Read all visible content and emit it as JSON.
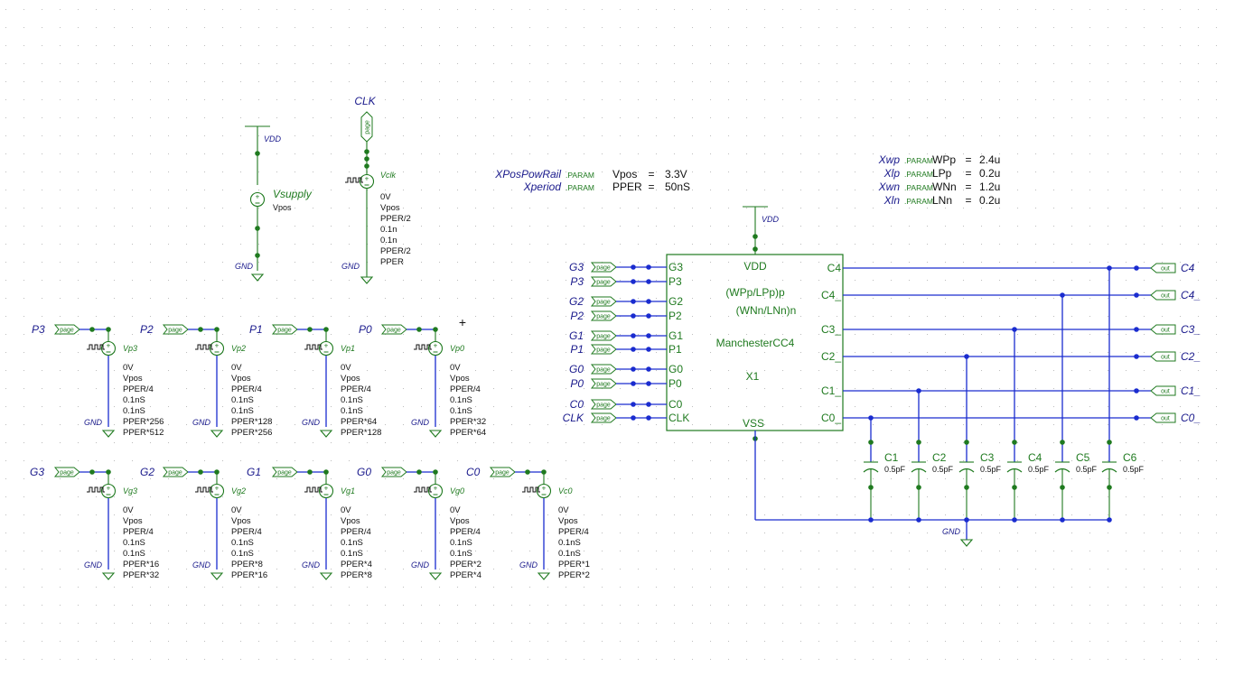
{
  "colors": {
    "wire": "#1a2ccf",
    "symbol": "#1f7a1f",
    "netlabel": "#1a1a8c",
    "grid": "#c8c8c8"
  },
  "supply": {
    "vdd": "VDD",
    "gnd": "GND",
    "name": "Vsupply",
    "value": "Vpos"
  },
  "clock": {
    "net": "CLK",
    "tag": "page",
    "name": "Vclk",
    "gnd": "GND",
    "params": [
      "0V",
      "Vpos",
      "PPER/2",
      "0.1n",
      "0.1n",
      "PPER/2",
      "PPER"
    ]
  },
  "params_main": {
    "rows": [
      {
        "name": "XPosPowRail",
        "kw": ".PARAM",
        "var": "Vpos",
        "eq": "=",
        "val": "3.3V"
      },
      {
        "name": "Xperiod",
        "kw": ".PARAM",
        "var": "PPER",
        "eq": "=",
        "val": "50nS"
      }
    ]
  },
  "params_size": {
    "rows": [
      {
        "name": "Xwp",
        "kw": ".PARAM",
        "var": "WPp",
        "eq": "=",
        "val": "2.4u"
      },
      {
        "name": "Xlp",
        "kw": ".PARAM",
        "var": "LPp",
        "eq": "=",
        "val": "0.2u"
      },
      {
        "name": "Xwn",
        "kw": ".PARAM",
        "var": "WNn",
        "eq": "=",
        "val": "1.2u"
      },
      {
        "name": "Xln",
        "kw": ".PARAM",
        "var": "LNn",
        "eq": "=",
        "val": "0.2u"
      }
    ]
  },
  "sources_p": [
    {
      "net": "P3",
      "tag": "page",
      "name": "Vp3",
      "gnd": "GND",
      "params": [
        "0V",
        "Vpos",
        "PPER/4",
        "0.1nS",
        "0.1nS",
        "PPER*256",
        "PPER*512"
      ]
    },
    {
      "net": "P2",
      "tag": "page",
      "name": "Vp2",
      "gnd": "GND",
      "params": [
        "0V",
        "Vpos",
        "PPER/4",
        "0.1nS",
        "0.1nS",
        "PPER*128",
        "PPER*256"
      ]
    },
    {
      "net": "P1",
      "tag": "page",
      "name": "Vp1",
      "gnd": "GND",
      "params": [
        "0V",
        "Vpos",
        "PPER/4",
        "0.1nS",
        "0.1nS",
        "PPER*64",
        "PPER*128"
      ]
    },
    {
      "net": "P0",
      "tag": "page",
      "name": "Vp0",
      "gnd": "GND",
      "params": [
        "0V",
        "Vpos",
        "PPER/4",
        "0.1nS",
        "0.1nS",
        "PPER*32",
        "PPER*64"
      ]
    }
  ],
  "sources_g": [
    {
      "net": "G3",
      "tag": "page",
      "name": "Vg3",
      "gnd": "GND",
      "params": [
        "0V",
        "Vpos",
        "PPER/4",
        "0.1nS",
        "0.1nS",
        "PPER*16",
        "PPER*32"
      ]
    },
    {
      "net": "G2",
      "tag": "page",
      "name": "Vg2",
      "gnd": "GND",
      "params": [
        "0V",
        "Vpos",
        "PPER/4",
        "0.1nS",
        "0.1nS",
        "PPER*8",
        "PPER*16"
      ]
    },
    {
      "net": "G1",
      "tag": "page",
      "name": "Vg1",
      "gnd": "GND",
      "params": [
        "0V",
        "Vpos",
        "PPER/4",
        "0.1nS",
        "0.1nS",
        "PPER*4",
        "PPER*8"
      ]
    },
    {
      "net": "G0",
      "tag": "page",
      "name": "Vg0",
      "gnd": "GND",
      "params": [
        "0V",
        "Vpos",
        "PPER/4",
        "0.1nS",
        "0.1nS",
        "PPER*2",
        "PPER*4"
      ]
    },
    {
      "net": "C0",
      "tag": "page",
      "name": "Vc0",
      "gnd": "GND",
      "params": [
        "0V",
        "Vpos",
        "PPER/4",
        "0.1nS",
        "0.1nS",
        "PPER*1",
        "PPER*2"
      ]
    }
  ],
  "chip": {
    "vdd_net": "VDD",
    "gnd_net": "GND",
    "name": "X1",
    "cell": "ManchesterCC4",
    "size_p": "(WPp/LPp)p",
    "size_n": "(WNn/LNn)n",
    "pin_vdd": "VDD",
    "pin_vss": "VSS",
    "inputs": [
      {
        "net": "G3",
        "pin": "G3",
        "tag": "page"
      },
      {
        "net": "P3",
        "pin": "P3",
        "tag": "page"
      },
      {
        "net": "G2",
        "pin": "G2",
        "tag": "page"
      },
      {
        "net": "P2",
        "pin": "P2",
        "tag": "page"
      },
      {
        "net": "G1",
        "pin": "G1",
        "tag": "page"
      },
      {
        "net": "P1",
        "pin": "P1",
        "tag": "page"
      },
      {
        "net": "G0",
        "pin": "G0",
        "tag": "page"
      },
      {
        "net": "P0",
        "pin": "P0",
        "tag": "page"
      },
      {
        "net": "C0",
        "pin": "C0",
        "tag": "page"
      },
      {
        "net": "CLK",
        "pin": "CLK",
        "tag": "page"
      }
    ],
    "outputs": [
      {
        "pin": "C4",
        "net": "C4",
        "tag": "out"
      },
      {
        "pin": "C4_",
        "net": "C4_",
        "tag": "out"
      },
      {
        "pin": "C3_",
        "net": "C3_",
        "tag": "out"
      },
      {
        "pin": "C2_",
        "net": "C2_",
        "tag": "out"
      },
      {
        "pin": "C1_",
        "net": "C1_",
        "tag": "out"
      },
      {
        "pin": "C0_",
        "net": "C0_",
        "tag": "out"
      }
    ],
    "caps": [
      {
        "name": "C1",
        "value": "0.5pF"
      },
      {
        "name": "C2",
        "value": "0.5pF"
      },
      {
        "name": "C3",
        "value": "0.5pF"
      },
      {
        "name": "C4",
        "value": "0.5pF"
      },
      {
        "name": "C5",
        "value": "0.5pF"
      },
      {
        "name": "C6",
        "value": "0.5pF"
      }
    ]
  }
}
